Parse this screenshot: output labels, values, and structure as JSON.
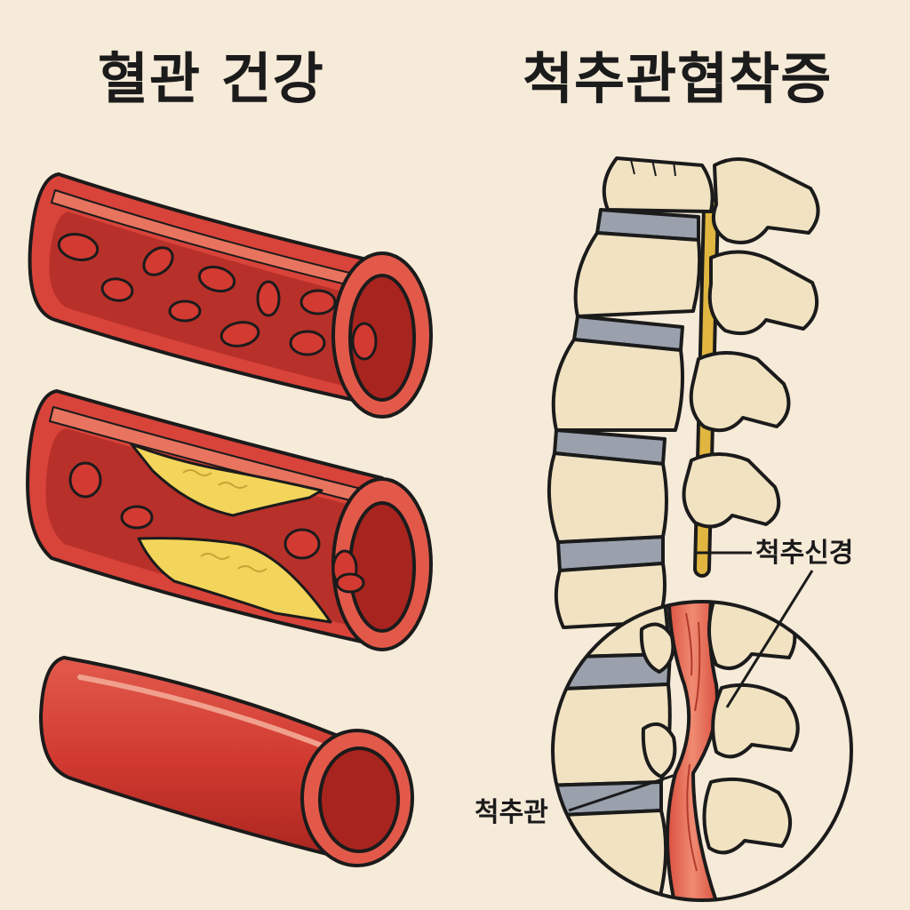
{
  "titles": {
    "left": "혈관 건강",
    "right": "척추관협착증"
  },
  "labels": {
    "spinal_nerve": "척추신경",
    "spinal_canal": "척추관"
  },
  "colors": {
    "background": "#f6ead8",
    "vessel_wall": "#d8433a",
    "vessel_inner": "#b52a24",
    "blood_cell": "#d23a32",
    "plaque": "#f2d55a",
    "bone": "#f1e2c2",
    "disc": "#9aa1ad",
    "nerve": "#e0b640",
    "compressed_nerve": "#e8705c"
  },
  "icons": [
    "healthy-vessel",
    "plaque-vessel",
    "smooth-vessel",
    "spine",
    "magnified-stenosis"
  ]
}
